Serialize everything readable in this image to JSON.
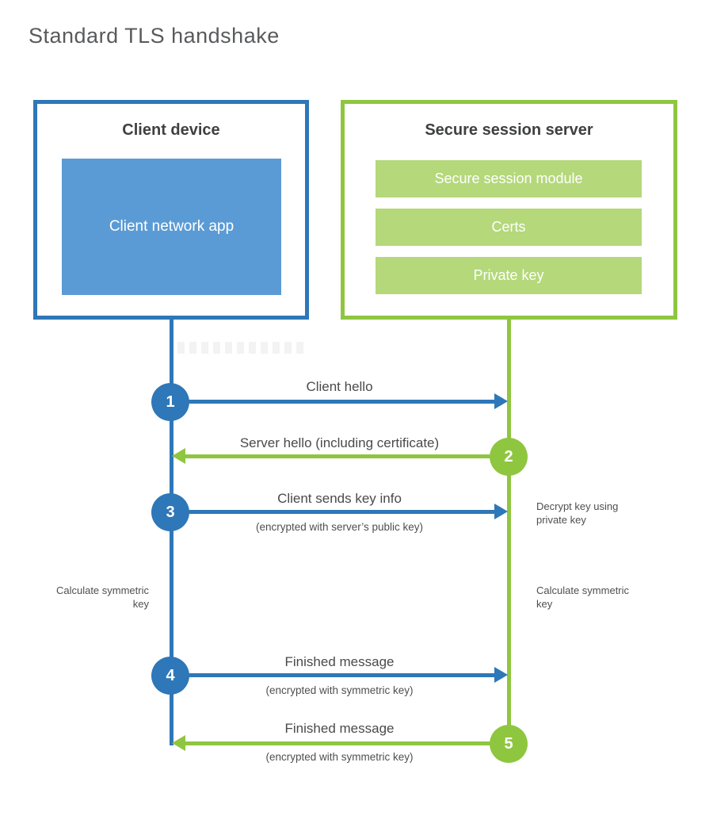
{
  "title": "Standard TLS handshake",
  "colors": {
    "blue": "#2e77b8",
    "blue_fill": "#5b9bd5",
    "green": "#8fc640",
    "green_fill": "#b4d87a"
  },
  "client": {
    "heading": "Client device",
    "app_label": "Client network app"
  },
  "server": {
    "heading": "Secure session server",
    "modules": [
      "Secure session module",
      "Certs",
      "Private key"
    ]
  },
  "messages": [
    {
      "step": "1",
      "from": "client",
      "to": "server",
      "label": "Client hello",
      "sub": ""
    },
    {
      "step": "2",
      "from": "server",
      "to": "client",
      "label": "Server hello (including certificate)",
      "sub": ""
    },
    {
      "step": "3",
      "from": "client",
      "to": "server",
      "label": "Client sends key info",
      "sub": "(encrypted with server’s public key)"
    },
    {
      "step": "4",
      "from": "client",
      "to": "server",
      "label": "Finished message",
      "sub": "(encrypted with symmetric key)"
    },
    {
      "step": "5",
      "from": "server",
      "to": "client",
      "label": "Finished message",
      "sub": "(encrypted with symmetric key)"
    }
  ],
  "side_notes": {
    "decrypt_right": "Decrypt key using private key",
    "calculate_left": "Calculate symmetric key",
    "calculate_right": "Calculate symmetric key"
  }
}
